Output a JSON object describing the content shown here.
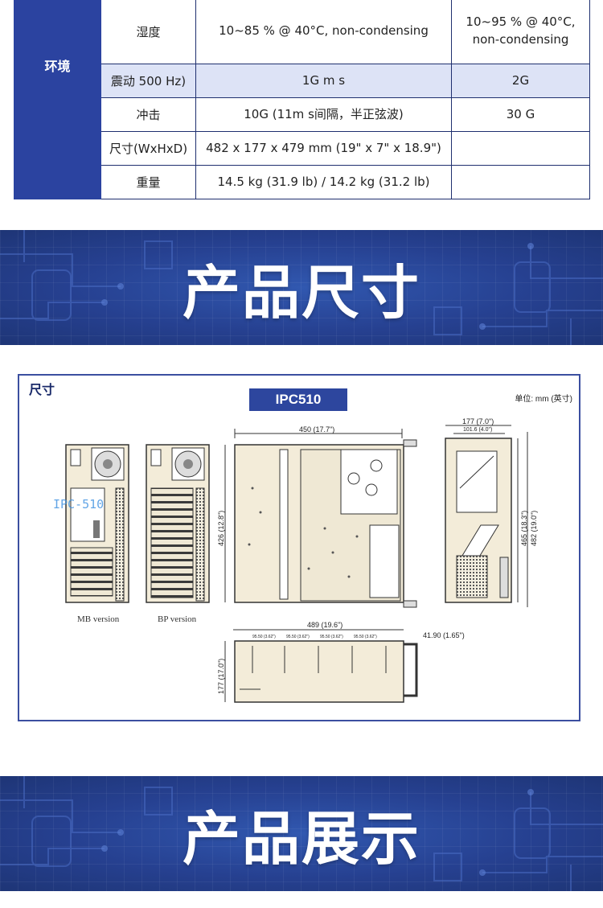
{
  "spec_table": {
    "rows": [
      {
        "category": "环境",
        "name": "湿度",
        "value": "10~85 % @ 40°C, non-condensing",
        "value2": "10~95 % @ 40°C,\nnon-condensing"
      },
      {
        "category": "",
        "name": "震动 500 Hz)",
        "value": "1G m s",
        "value2": "2G"
      },
      {
        "category": "",
        "name": "冲击",
        "value": "10G (11m s间隔，半正弦波)",
        "value2": "30 G"
      },
      {
        "category": "",
        "name": "尺寸(WxHxD)",
        "value": "482 x 177 x 479 mm (19\" x 7\" x 18.9\")",
        "value2": ""
      },
      {
        "category": "",
        "name": "重量",
        "value": "14.5 kg (31.9 lb) / 14.2 kg (31.2 lb)",
        "value2": ""
      }
    ]
  },
  "banner1": {
    "title": "产品尺寸"
  },
  "banner2": {
    "title": "产品展示"
  },
  "dimensions": {
    "section_label": "尺寸",
    "model": "IPC510",
    "unit": "单位: mm (英寸)",
    "watermark": "IPC-510",
    "mb_version": "MB version",
    "bp_version": "BP version",
    "top_width": "450 (17.7\")",
    "top_depth": "426 (12.8\")",
    "side_width": "177 (7.0\")",
    "side_inner": "101.6 (4.0\")",
    "side_h1": "465 (18.3\")",
    "side_h2": "482 (19.0\")",
    "front_width": "489 (19.6\")",
    "front_height": "177 (17.0\")",
    "handle": "41.90 (1.65\")",
    "spacing_labels": [
      "95.50 (3.62\")",
      "95.50 (3.62\")",
      "95.50 (3.62\")",
      "95.50 (3.62\")"
    ]
  },
  "colors": {
    "accent": "#2b43a0",
    "row_alt": "#dde3f6",
    "banner": "#27418d"
  }
}
